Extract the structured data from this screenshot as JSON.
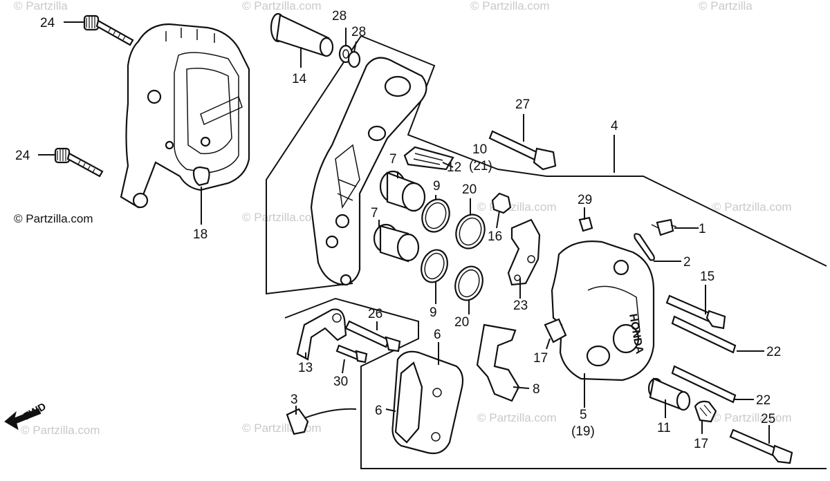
{
  "watermark": {
    "text": "© Partzilla.com",
    "fragment_top_left": "© Partzilla",
    "fragment_top_mid": "© Partzilla.com",
    "fragment_top_right": "© Partzilla.com",
    "fragment_top_far": "© Partzilla"
  },
  "fwd_label": "FWD",
  "callouts": {
    "c24a": "24",
    "c24b": "24",
    "c28a": "28",
    "c28b": "28",
    "c14": "14",
    "c18": "18",
    "c27": "27",
    "c4": "4",
    "c10": "10",
    "c21": "(21)",
    "c12": "12",
    "c7a": "7",
    "c7b": "7",
    "c9a": "9",
    "c9b": "9",
    "c20a": "20",
    "c20b": "20",
    "c16": "16",
    "c29": "29",
    "c1": "1",
    "c2": "2",
    "c15": "15",
    "c23": "23",
    "c26": "26",
    "c13": "13",
    "c30": "30",
    "c3": "3",
    "c6a": "6",
    "c6b": "6",
    "c8": "8",
    "c17a": "17",
    "c17b": "17",
    "c5": "5",
    "c19": "(19)",
    "c22a": "22",
    "c22b": "22",
    "c11": "11",
    "c25": "25"
  }
}
